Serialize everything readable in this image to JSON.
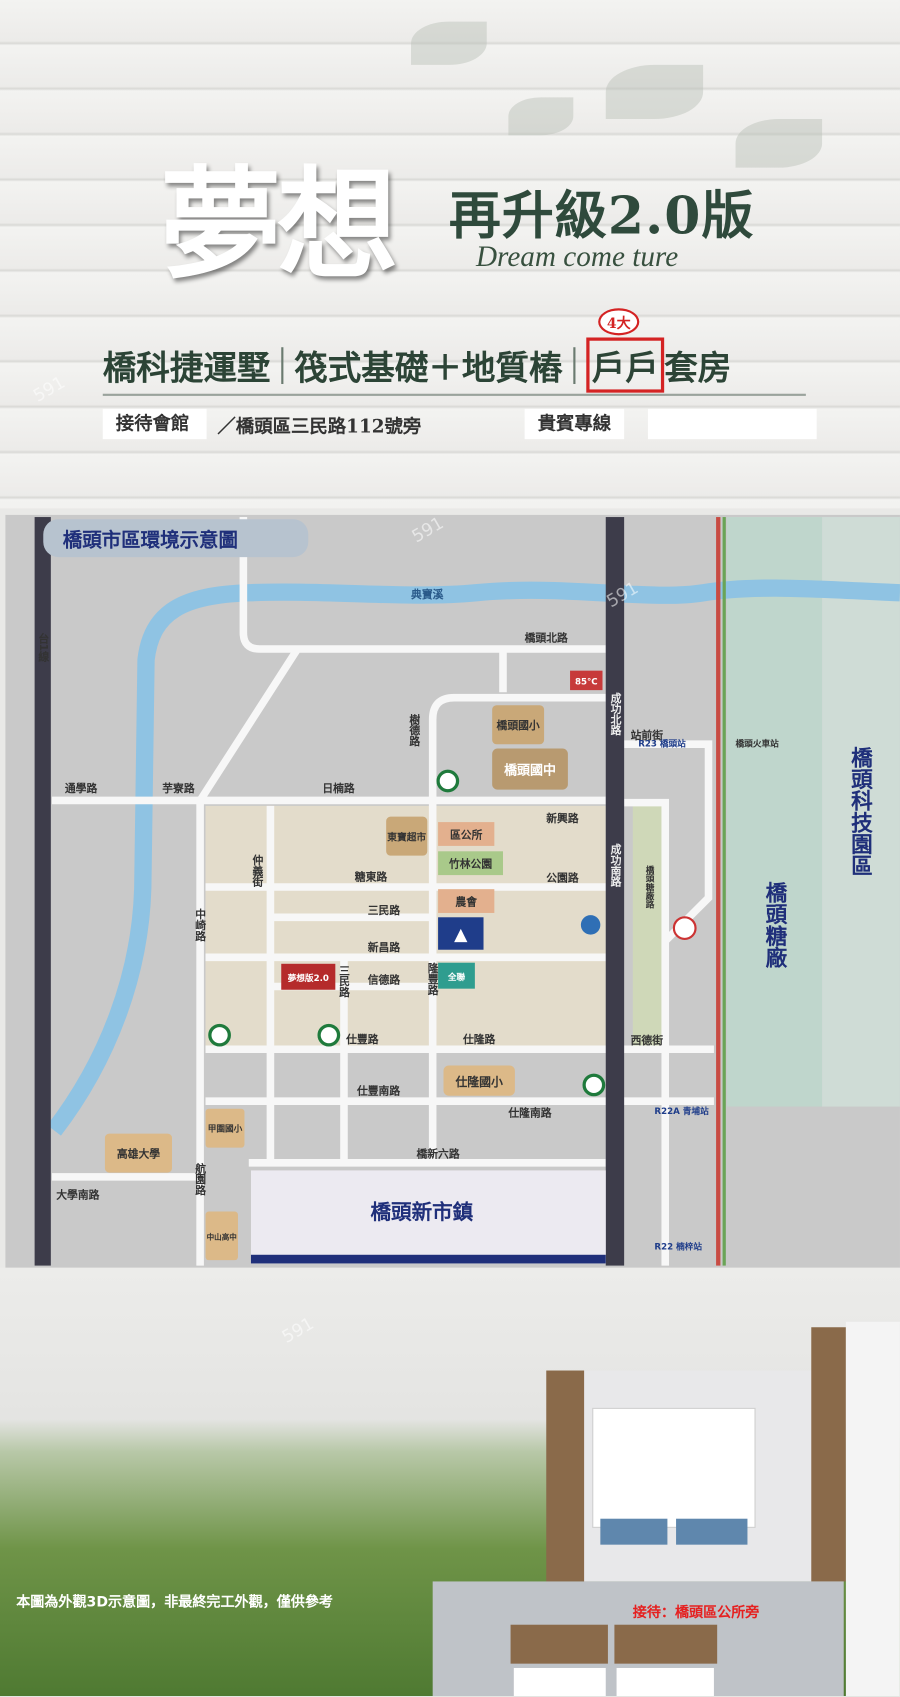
{
  "header": {
    "title_main": "夢想",
    "title_sub": "再升級2.0版",
    "title_en": "Dream come ture",
    "features": [
      "橋科捷運墅",
      "筏式基礎＋地質樁",
      "戶戶",
      "套房"
    ],
    "feature_badge": "4大",
    "reception_label": "接待會館",
    "address": "／橋頭區三民路112號旁",
    "hotline_label": "貴賓專線",
    "hotline_value": ""
  },
  "map": {
    "title": "橋頭市區環境示意圖",
    "river": "典寶溪",
    "roads": {
      "tai1": "台1線",
      "qiaotou_n": "橋頭北路",
      "chenggong_n": "成功北路",
      "chenggong_s": "成功南路",
      "tongxue": "通學路",
      "yuliao": "芋寮路",
      "rinan": "日楠路",
      "shude": "樹德路",
      "xinxing": "新興路",
      "zhongyi": "仲義街",
      "tangdong": "糖東路",
      "gongyuan": "公園路",
      "sanmin_h": "三民路",
      "xinchang": "新昌路",
      "xinde": "信德路",
      "sanmin_v": "三民路",
      "longfeng": "隆豐路",
      "shifeng": "仕豐路",
      "shilong": "仕隆路",
      "shifeng_s": "仕豐南路",
      "shilong_s": "仕隆南路",
      "qiaoxin6": "橋新六路",
      "daxue_s": "大學南路",
      "zhongqi": "中崎路",
      "zhanqian": "站前街",
      "xide": "西德街",
      "tangchang_rd": "橋頭糖廠路",
      "hangyuan": "航園路"
    },
    "places": {
      "qiaotou_elem": "橋頭國小",
      "qiaotou_jr": "橋頭國中",
      "dongbao": "東寶超市",
      "district_office": "區公所",
      "bamboo_park": "竹林公園",
      "farmers": "農會",
      "project": "夢想版2.0",
      "shilong_elem": "仕隆國小",
      "jiawei_elem": "甲圍國小",
      "nuk": "高雄大學",
      "zhongshan_high": "中山高中",
      "new_town": "橋頭新市鎮",
      "sugar_factory": "橋頭糖廠",
      "science_park": "橋頭科技園區",
      "cafe": "85°C",
      "pxmart": "全聯",
      "station_r23": "R23 橋頭站",
      "train_station": "橋頭火車站",
      "station_r22a": "R22A 青埔站",
      "station_r22": "R22 楠梓站"
    }
  },
  "footer": {
    "disclaimer": "本圖為外觀3D示意圖，非最終完工外觀，僅供參考",
    "building_sign": "接待：橋頭區公所旁"
  },
  "colors": {
    "title_green": "#2f4a3c",
    "accent_red": "#d42323",
    "map_blue": "#1f2f7a",
    "river": "#8fc3e3"
  }
}
